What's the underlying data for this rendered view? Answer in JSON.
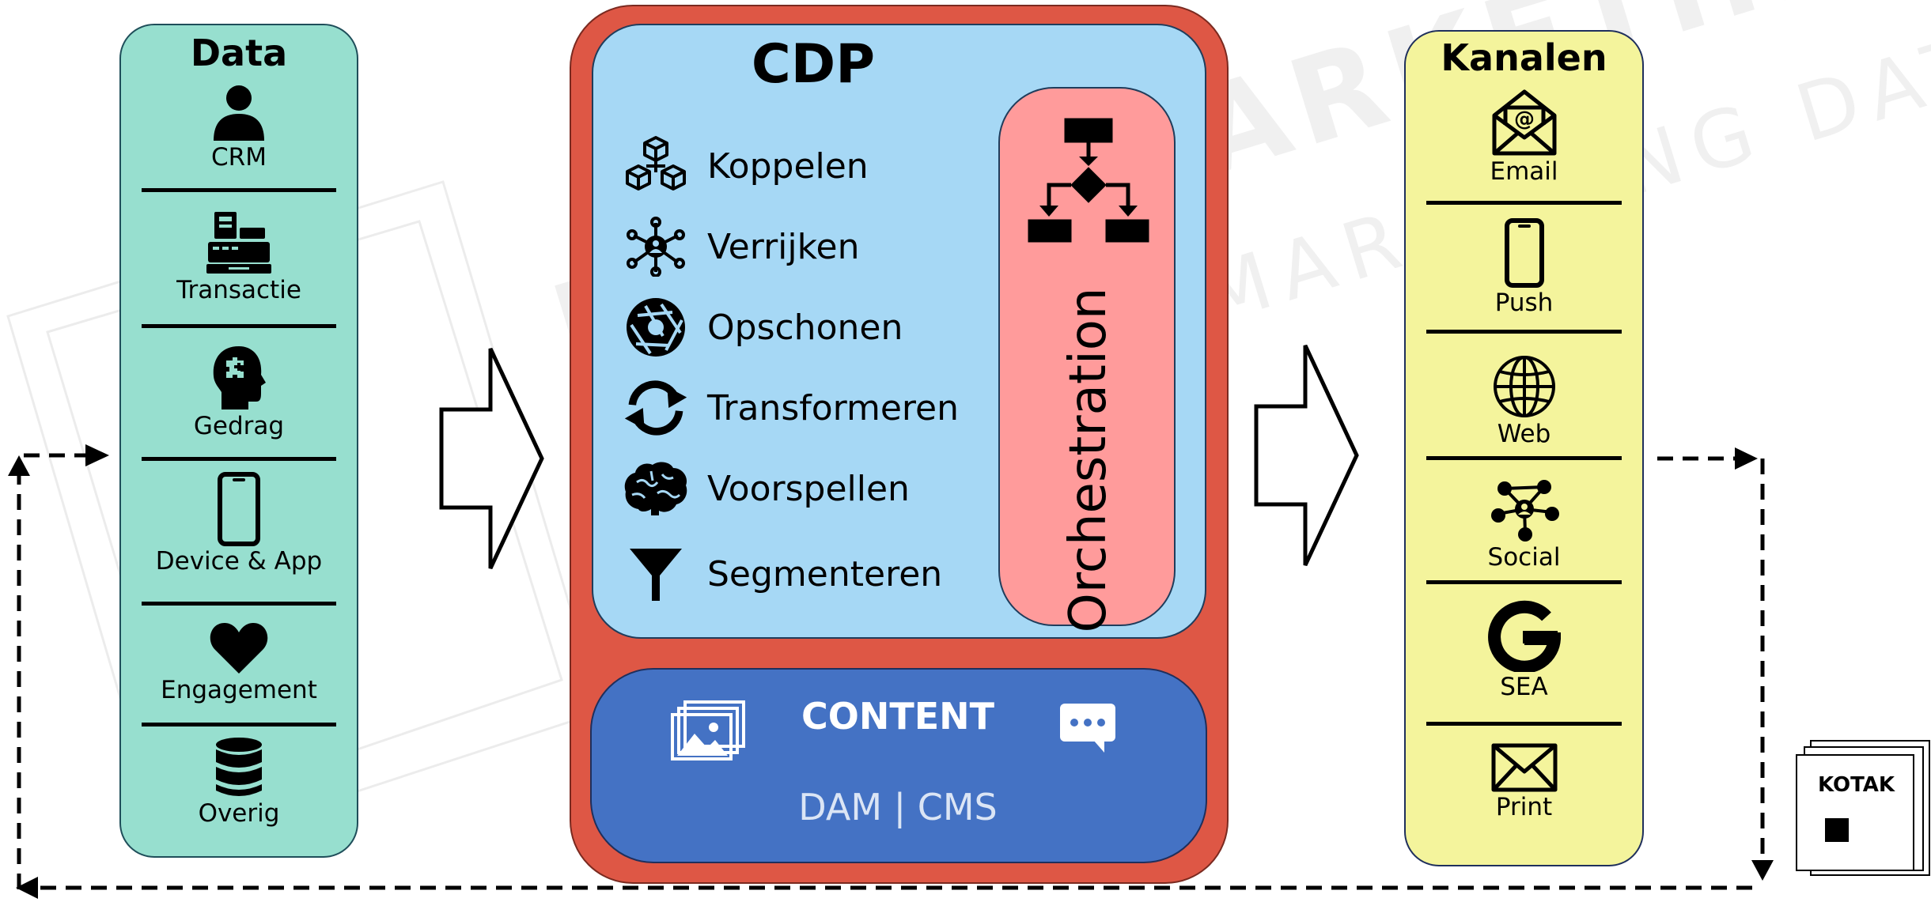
{
  "watermark": {
    "line1": "KOTAK MARKETING",
    "line2": "EXPERTS IN MARKETING DATA"
  },
  "data_panel": {
    "title": "Data",
    "items": [
      {
        "label": "CRM",
        "icon": "person-icon"
      },
      {
        "label": "Transactie",
        "icon": "cash-register-icon"
      },
      {
        "label": "Gedrag",
        "icon": "head-puzzle-icon"
      },
      {
        "label": "Device & App",
        "icon": "smartphone-icon"
      },
      {
        "label": "Engagement",
        "icon": "heart-icon"
      },
      {
        "label": "Overig",
        "icon": "database-icon"
      }
    ]
  },
  "cdp": {
    "title": "CDP",
    "features": [
      {
        "label": "Koppelen",
        "icon": "cubes-icon"
      },
      {
        "label": "Verrijken",
        "icon": "network-icon"
      },
      {
        "label": "Opschonen",
        "icon": "aperture-icon"
      },
      {
        "label": "Transformeren",
        "icon": "sync-icon"
      },
      {
        "label": "Voorspellen",
        "icon": "brain-icon"
      },
      {
        "label": "Segmenteren",
        "icon": "funnel-icon"
      }
    ],
    "orchestration": {
      "label": "Orchestration",
      "icon": "flowchart-icon"
    },
    "content": {
      "title": "CONTENT",
      "subtitle": "DAM | CMS",
      "icons": [
        "images-icon",
        "chat-bubble-icon"
      ]
    }
  },
  "kanalen_panel": {
    "title": "Kanalen",
    "items": [
      {
        "label": "Email",
        "icon": "email-envelope-icon"
      },
      {
        "label": "Push",
        "icon": "smartphone-icon"
      },
      {
        "label": "Web",
        "icon": "globe-icon"
      },
      {
        "label": "Social",
        "icon": "social-network-icon"
      },
      {
        "label": "SEA",
        "icon": "google-icon"
      },
      {
        "label": "Print",
        "icon": "envelope-icon"
      }
    ]
  },
  "logo": {
    "text": "KOTAK"
  },
  "colors": {
    "data_panel": "#97dfcf",
    "cdp_outer": "#de5745",
    "cdp_inner": "#a6d8f5",
    "orchestration": "#ff9b9b",
    "content": "#4472c4",
    "kanalen_panel": "#f4f49c"
  }
}
